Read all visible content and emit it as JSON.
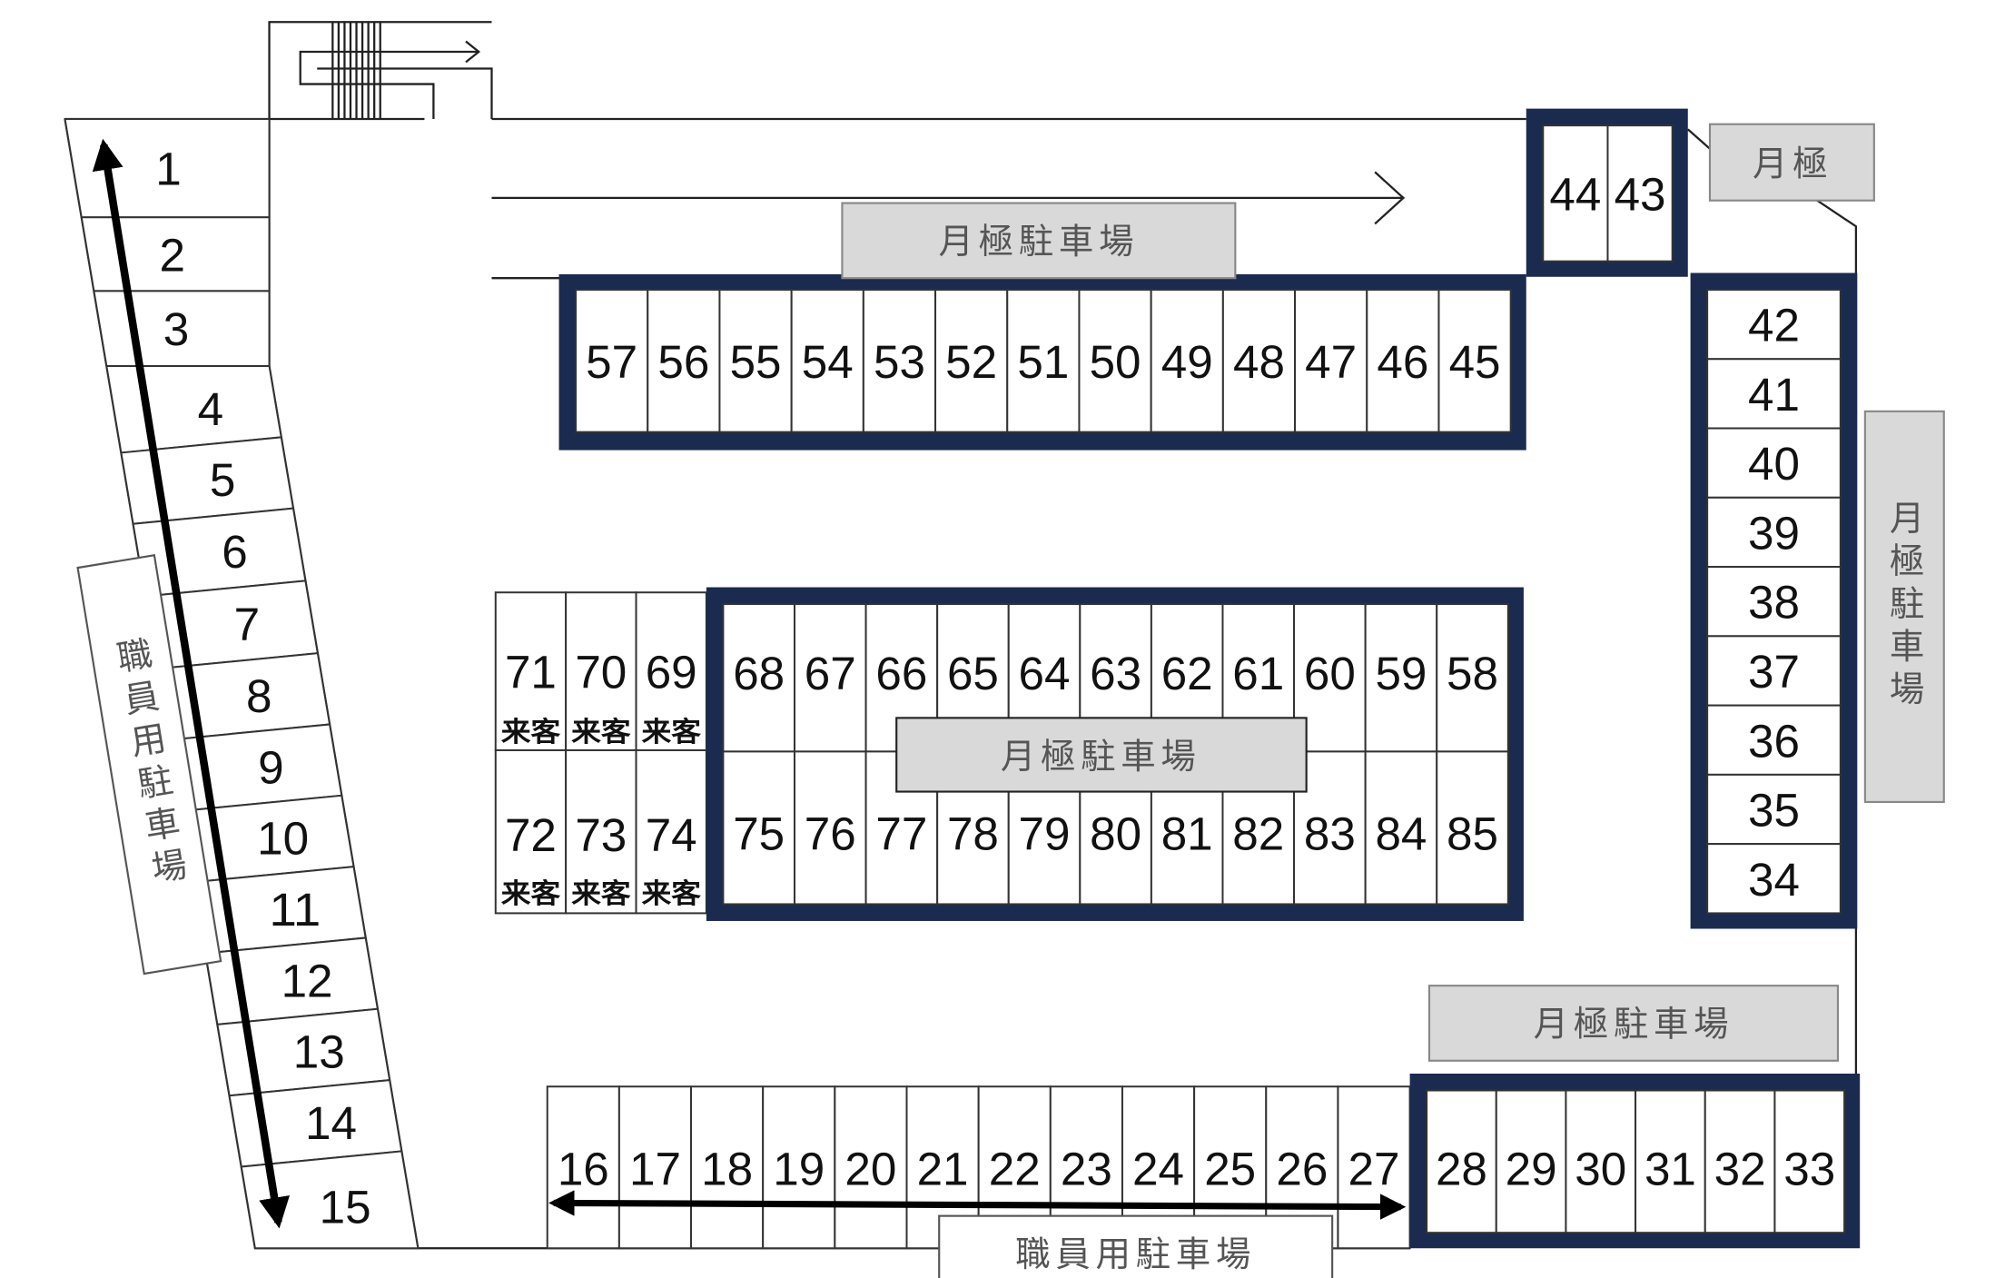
{
  "colors": {
    "block_border": "#1b2b4f",
    "label_fill": "#d9d9d9",
    "label_text": "#555555"
  },
  "labels": {
    "monthly_top": "月極駐車場",
    "monthly_short": "月極",
    "monthly_right": "月極駐車場",
    "monthly_middle": "月極駐車場",
    "monthly_bottom": "月極駐車場",
    "staff_left": "職員用駐車場",
    "staff_bottom": "職員用駐車場",
    "visitor": "来客"
  },
  "stalls": {
    "left_rect": [
      "1",
      "2",
      "3"
    ],
    "left_slanted": [
      "4",
      "5",
      "6",
      "7",
      "8",
      "9",
      "10",
      "11",
      "12",
      "13",
      "14",
      "15"
    ],
    "top_row": [
      "57",
      "56",
      "55",
      "54",
      "53",
      "52",
      "51",
      "50",
      "49",
      "48",
      "47",
      "46",
      "45"
    ],
    "top_right": [
      "44",
      "43"
    ],
    "right_column": [
      "42",
      "41",
      "40",
      "39",
      "38",
      "37",
      "36",
      "35",
      "34"
    ],
    "middle_visitor_top": [
      "71",
      "70",
      "69"
    ],
    "middle_visitor_bottom": [
      "72",
      "73",
      "74"
    ],
    "middle_top": [
      "68",
      "67",
      "66",
      "65",
      "64",
      "63",
      "62",
      "61",
      "60",
      "59",
      "58"
    ],
    "middle_bottom": [
      "75",
      "76",
      "77",
      "78",
      "79",
      "80",
      "81",
      "82",
      "83",
      "84",
      "85"
    ],
    "bottom_staff": [
      "16",
      "17",
      "18",
      "19",
      "20",
      "21",
      "22",
      "23",
      "24",
      "25",
      "26",
      "27"
    ],
    "bottom_monthly": [
      "28",
      "29",
      "30",
      "31",
      "32",
      "33"
    ]
  }
}
